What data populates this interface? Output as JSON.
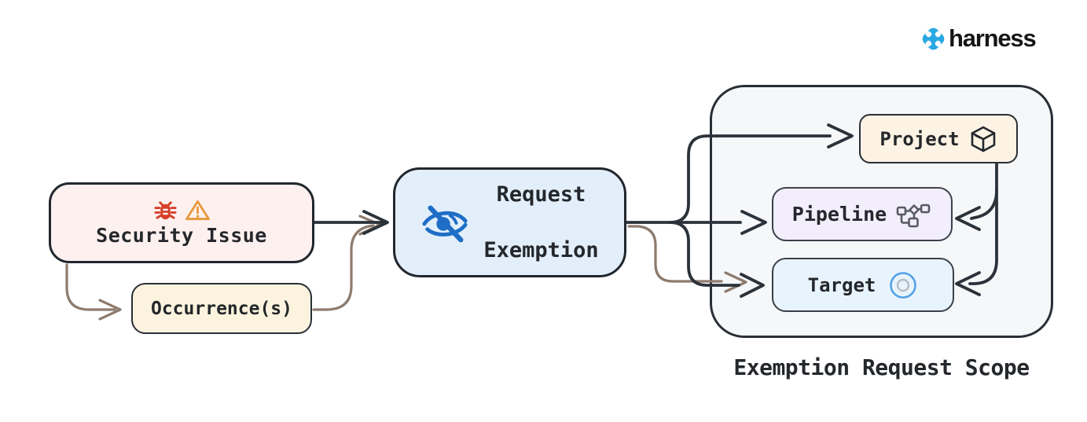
{
  "brand": {
    "wordmark": "harness",
    "mark_icon": "harness-mark-icon",
    "mark_color": "#29a8e3"
  },
  "diagram": {
    "nodes": {
      "security_issue": {
        "label": "Security Issue",
        "icons": [
          "bug-icon",
          "warning-icon"
        ],
        "fill": "#fdf1ef"
      },
      "occurrences": {
        "label": "Occurrence(s)",
        "fill": "#fcf3de"
      },
      "request_exemption": {
        "label_line1": "Request",
        "label_line2": "Exemption",
        "icon": "eye-off-icon",
        "fill": "#e2effb"
      },
      "project": {
        "label": "Project",
        "icon": "package-icon",
        "fill": "#fdf3e4"
      },
      "pipeline": {
        "label": "Pipeline",
        "icon": "pipeline-graph-icon",
        "fill": "#f2eefb"
      },
      "target": {
        "label": "Target",
        "icon": "target-circle-icon",
        "fill": "#e8f4fd"
      },
      "scope": {
        "label": "Exemption Request Scope",
        "fill": "#f5f7f9",
        "children": [
          "project",
          "pipeline",
          "target"
        ]
      }
    },
    "edges": [
      {
        "from": "security_issue",
        "to": "request_exemption",
        "style": "dark"
      },
      {
        "from": "security_issue",
        "to": "occurrences",
        "style": "brown"
      },
      {
        "from": "occurrences",
        "to": "request_exemption",
        "style": "brown"
      },
      {
        "from": "request_exemption",
        "to": "project",
        "style": "dark"
      },
      {
        "from": "request_exemption",
        "to": "pipeline",
        "style": "dark"
      },
      {
        "from": "request_exemption",
        "to": "target",
        "style": "dark"
      },
      {
        "from": "occurrences",
        "to": "target",
        "style": "brown"
      },
      {
        "from": "project",
        "to": "pipeline",
        "style": "dark"
      },
      {
        "from": "project",
        "to": "target",
        "style": "dark"
      }
    ],
    "palette": {
      "edge_dark": "#2b323a",
      "edge_brown": "#8d7b6e",
      "icon_blue": "#1e6ec6",
      "icon_red": "#d6402a",
      "icon_orange": "#e89a40",
      "icon_gray": "#565b62",
      "target_ring_blue": "#55a1e8",
      "target_ring_gray": "#b7bcc1",
      "text": "#24272b"
    }
  }
}
